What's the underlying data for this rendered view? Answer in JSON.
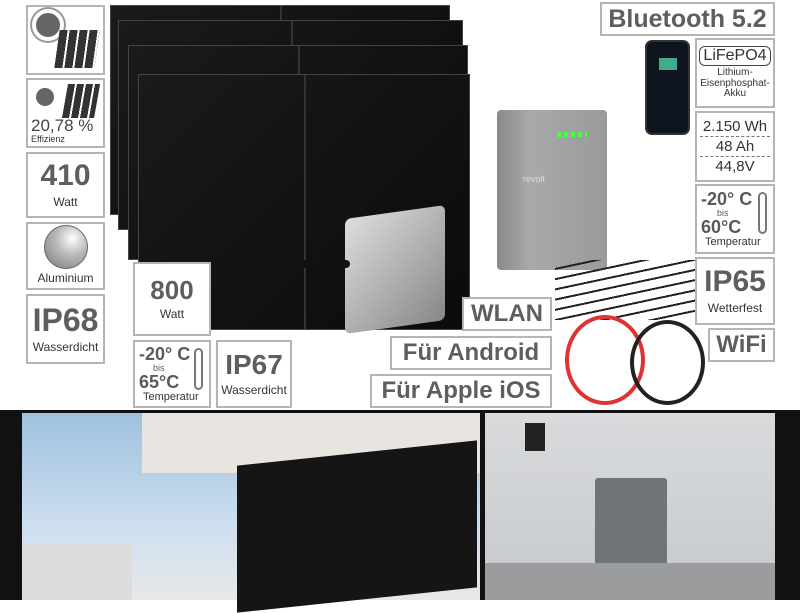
{
  "left": {
    "efficiency": {
      "value": "20,78 %",
      "label": "Effizienz"
    },
    "power": {
      "value": "410",
      "label": "Watt"
    },
    "material": {
      "label": "Aluminium"
    },
    "ip": {
      "value": "IP68",
      "label": "Wasserdicht"
    }
  },
  "inverter": {
    "power": {
      "value": "800",
      "label": "Watt"
    },
    "temp": {
      "min": "-20° C",
      "bis": "bis",
      "max": "65°C",
      "label": "Temperatur"
    },
    "ip": {
      "value": "IP67",
      "label": "Wasserdicht"
    }
  },
  "features": {
    "wlan": "WLAN",
    "android": "Für Android",
    "ios": "Für Apple iOS"
  },
  "battery": {
    "bluetooth": "Bluetooth 5.2",
    "chem": {
      "badge": "LiFePO4",
      "label": "Lithium-Eisenphosphat-Akku"
    },
    "specs": [
      "2.150 Wh",
      "48 Ah",
      "44,8V"
    ],
    "temp": {
      "min": "-20° C",
      "bis": "bis",
      "max": "60°C",
      "label": "Temperatur"
    },
    "ip": {
      "value": "IP65",
      "label": "Wetterfest"
    },
    "wifi": "WiFi",
    "brand": "revolt"
  }
}
